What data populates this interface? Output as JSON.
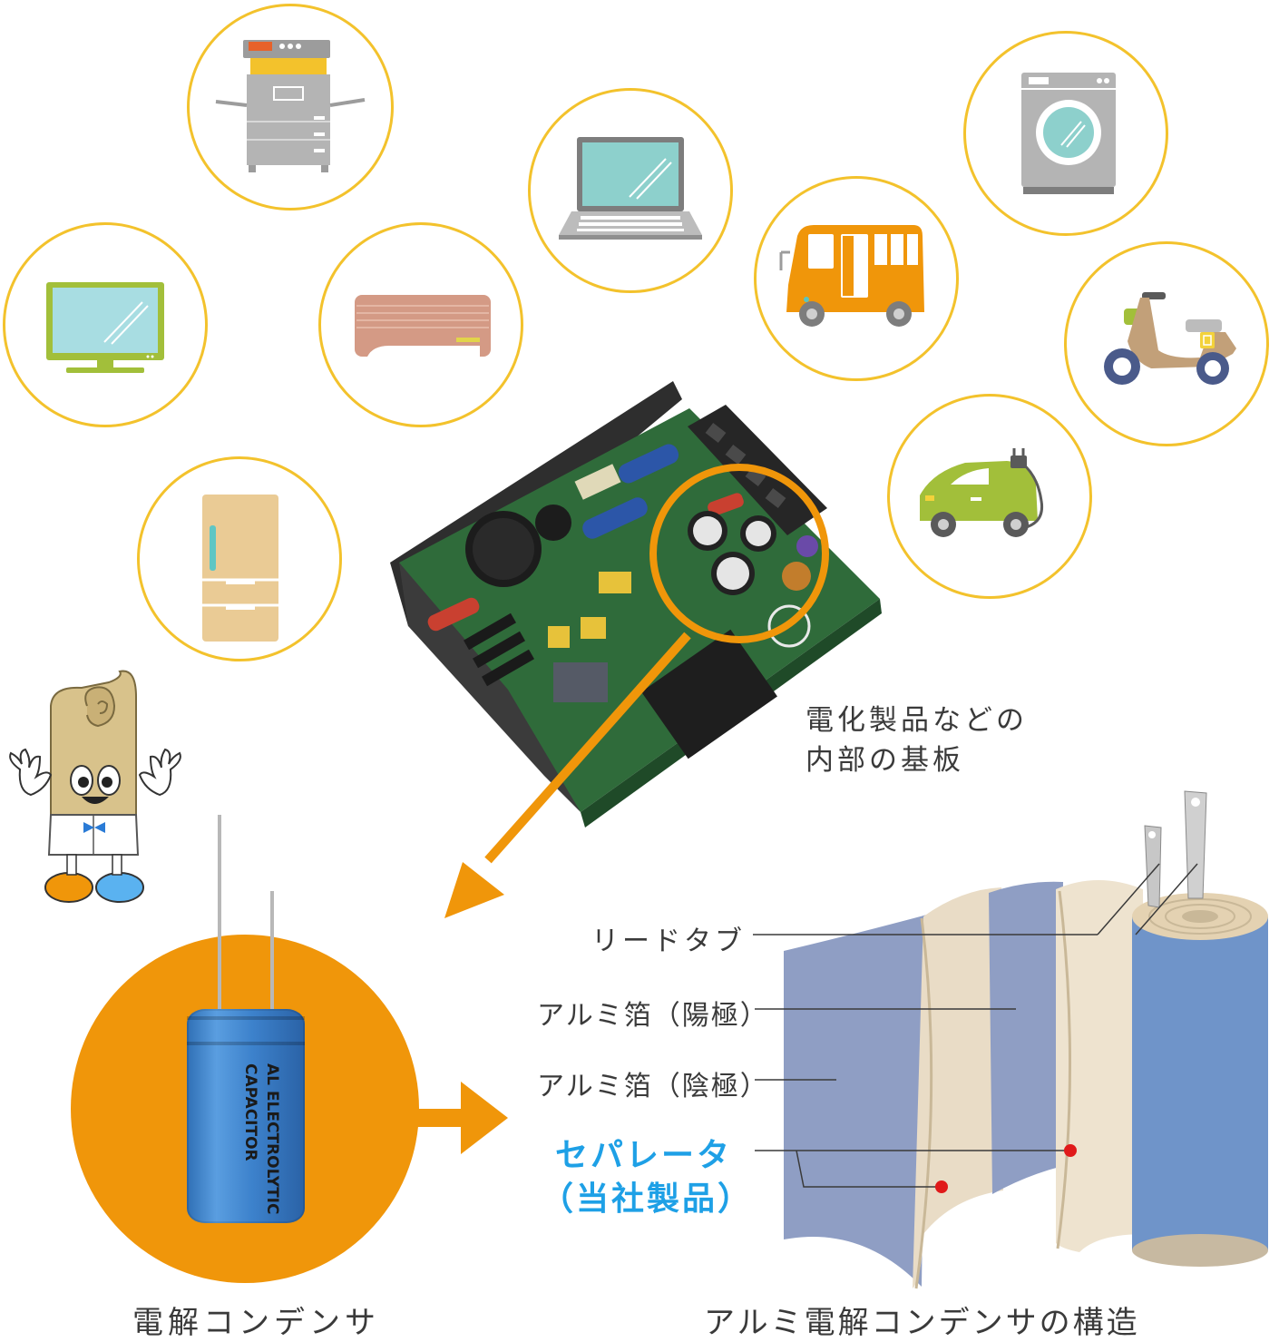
{
  "board_caption": {
    "line1": "電化製品などの",
    "line2": "内部の基板"
  },
  "structure_labels": {
    "lead_tab": "リードタブ",
    "al_foil_anode": "アルミ箔（陽極）",
    "al_foil_cathode": "アルミ箔（陰極）",
    "separator": "セパレータ",
    "separator_note": "（当社製品）"
  },
  "capacitor_print": {
    "line1": "AL ELECTROLYTIC",
    "line2": "CAPACITOR"
  },
  "bottom_captions": {
    "left": "電解コンデンサ",
    "right": "アルミ電解コンデンサの構造"
  },
  "colors": {
    "circle_border": "#f3c22c",
    "accent_orange": "#f0960a",
    "separator_blue": "#1ea0e6",
    "pcb_green": "#2f6b3a"
  },
  "icons": [
    "printer-icon",
    "tv-icon",
    "air-conditioner-icon",
    "refrigerator-icon",
    "laptop-icon",
    "bus-icon",
    "washing-machine-icon",
    "scooter-icon",
    "electric-car-icon"
  ]
}
